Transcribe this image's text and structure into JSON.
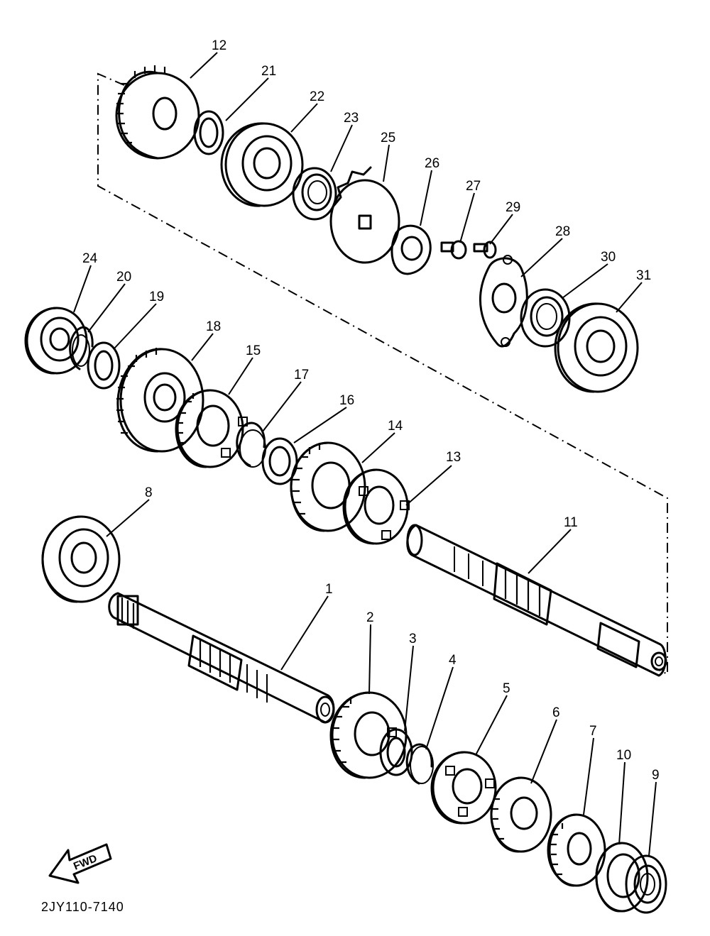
{
  "diagram_code": "2JY110-7140",
  "fwd_label": "FWD",
  "parts": [
    {
      "id": "part-1",
      "label": "1"
    },
    {
      "id": "part-2",
      "label": "2"
    },
    {
      "id": "part-3",
      "label": "3"
    },
    {
      "id": "part-4",
      "label": "4"
    },
    {
      "id": "part-5",
      "label": "5"
    },
    {
      "id": "part-6",
      "label": "6"
    },
    {
      "id": "part-7",
      "label": "7"
    },
    {
      "id": "part-8",
      "label": "8"
    },
    {
      "id": "part-9",
      "label": "9"
    },
    {
      "id": "part-10",
      "label": "10"
    },
    {
      "id": "part-11",
      "label": "11"
    },
    {
      "id": "part-12",
      "label": "12"
    },
    {
      "id": "part-13",
      "label": "13"
    },
    {
      "id": "part-14",
      "label": "14"
    },
    {
      "id": "part-15",
      "label": "15"
    },
    {
      "id": "part-16",
      "label": "16"
    },
    {
      "id": "part-17",
      "label": "17"
    },
    {
      "id": "part-18",
      "label": "18"
    },
    {
      "id": "part-19",
      "label": "19"
    },
    {
      "id": "part-20",
      "label": "20"
    },
    {
      "id": "part-21",
      "label": "21"
    },
    {
      "id": "part-22",
      "label": "22"
    },
    {
      "id": "part-23",
      "label": "23"
    },
    {
      "id": "part-24",
      "label": "24"
    },
    {
      "id": "part-25",
      "label": "25"
    },
    {
      "id": "part-26",
      "label": "26"
    },
    {
      "id": "part-27",
      "label": "27"
    },
    {
      "id": "part-28",
      "label": "28"
    },
    {
      "id": "part-29",
      "label": "29"
    },
    {
      "id": "part-30",
      "label": "30"
    },
    {
      "id": "part-31",
      "label": "31"
    }
  ]
}
